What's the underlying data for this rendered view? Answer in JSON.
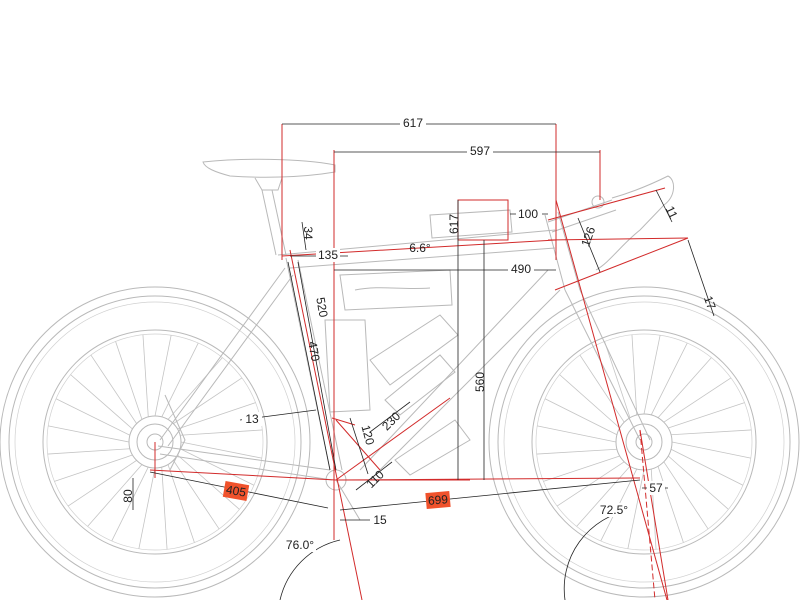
{
  "measurements": {
    "top_tube_horizontal": "617",
    "reach_to_hoods": "597",
    "stack_label": "617",
    "stem_length": "100",
    "bar_reach": "11",
    "bar_drop": "126",
    "bar_width": "17",
    "seat_setback_height": "34",
    "setback": "135",
    "top_tube_angle": "6.6°",
    "reach": "490",
    "seat_tube_ct": "520",
    "seat_tube_cc": "470",
    "stack": "560",
    "standover_offset": "13",
    "bb_drop_small": "120",
    "down_tube_len": "230",
    "bb_to_tube": "110",
    "chainstay": "405",
    "wheelbase": "699",
    "bb_offset": "15",
    "seat_angle": "76.0°",
    "head_angle": "72.5°",
    "fork_offset": "57",
    "bb_drop": "80"
  }
}
